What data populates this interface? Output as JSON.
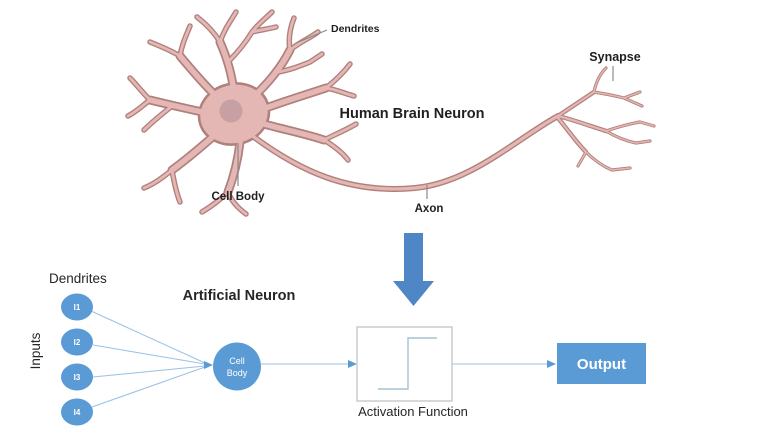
{
  "top_diagram": {
    "title": "Human Brain Neuron",
    "labels": {
      "dendrites": "Dendrites",
      "cell_body": "Cell Body",
      "axon": "Axon",
      "synapse": "Synapse"
    },
    "colors": {
      "neuron_fill": "#e4b7b4",
      "neuron_outline": "#b0807c",
      "nucleus": "#c7a0a3",
      "label_text": "#1f1f1f",
      "leader_line": "#8a8a8a"
    }
  },
  "transition_arrow": {
    "color": "#4e86c6"
  },
  "bottom_diagram": {
    "title": "Artificial Neuron",
    "dendrites_label": "Dendrites",
    "inputs_label": "Inputs",
    "input_nodes": [
      {
        "label": "I1"
      },
      {
        "label": "I2"
      },
      {
        "label": "I3"
      },
      {
        "label": "I4"
      }
    ],
    "cell_body": {
      "line1": "Cell",
      "line2": "Body"
    },
    "activation_function_label": "Activation Function",
    "output_label": "Output",
    "colors": {
      "node_fill": "#5b9bd5",
      "node_text": "#ffffff",
      "connector": "#9dc3e6",
      "arrowhead": "#5b9bd5",
      "box_border": "#bfbfbf",
      "step_line": "#a6c0d4",
      "text": "#262626"
    }
  }
}
